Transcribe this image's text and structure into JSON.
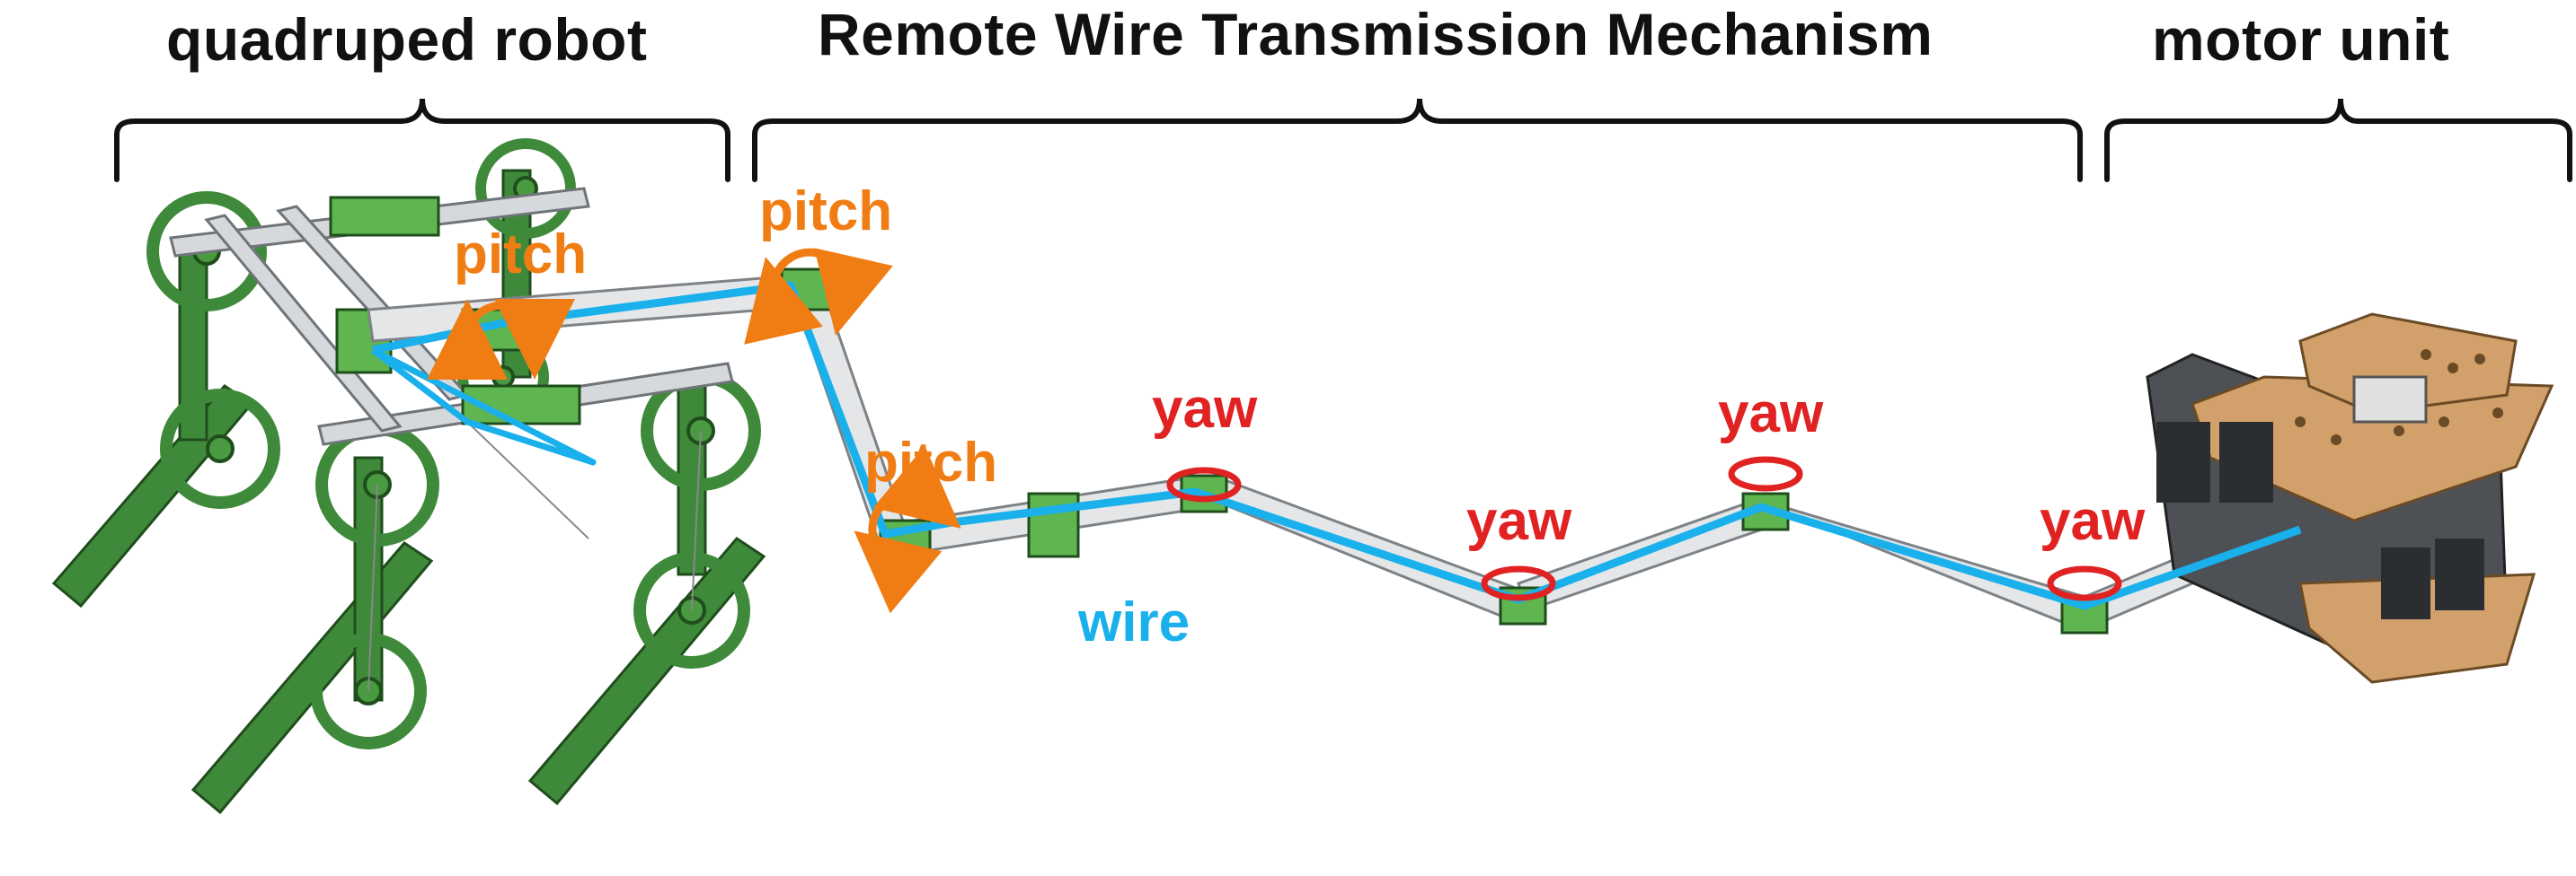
{
  "sections": {
    "left": "quadruped robot",
    "middle": "Remote Wire Transmission Mechanism",
    "right": "motor unit"
  },
  "labels": {
    "pitch_1": "pitch",
    "pitch_2": "pitch",
    "pitch_3": "pitch",
    "yaw_1": "yaw",
    "yaw_2": "yaw",
    "yaw_3": "yaw",
    "yaw_4": "yaw",
    "wire": "wire"
  },
  "colors": {
    "pitch": "#f07d14",
    "yaw": "#e02222",
    "wire": "#1ab0ec",
    "robot_green": "#3f8a3a",
    "robot_green_light": "#5fb54f",
    "frame_gray": "#bfc3c6",
    "wood": "#d2a06a",
    "motor_gray": "#5d6166"
  }
}
